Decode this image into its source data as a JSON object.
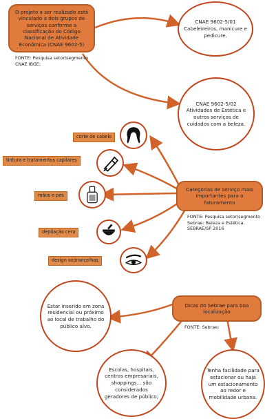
{
  "top_box": {
    "text": "O projeto a ser realizado está vinculado a dois grupos de serviços conforme a classificação do Código Nacional de Atividade Econômica (CNAE 9602-5)"
  },
  "top_source": {
    "text": "FONTE: Pesquisa setor/segmento CNAE IBGE;"
  },
  "cnae_1": {
    "text": "CNAE 9602-5/01 Cabeleireiros, manicure e pedicure."
  },
  "cnae_2": {
    "text": "CNAE 9602-5/02 Atividades de Estética e outros serviços de cuidados com a beleza."
  },
  "categories_box": {
    "text": "Categorias de serviço mais importantes para o faturamento"
  },
  "categories_source": {
    "text": "FONTE: Pesquisa setor/segmento Sebrae: Beleza e Estética. SEBRAE/SP 2016"
  },
  "services": [
    {
      "label": "corte de cabelo",
      "icon": "hair-icon"
    },
    {
      "label": "tintura e tratamentos capilares",
      "icon": "hair-dye-icon"
    },
    {
      "label": "mãos e pés",
      "icon": "nail-polish-icon"
    },
    {
      "label": "depilação cera",
      "icon": "wax-bowl-icon"
    },
    {
      "label": "design sobrancelhas",
      "icon": "eyebrow-icon"
    }
  ],
  "tips_box": {
    "text": "Dicas do Sebrae para boa localização"
  },
  "tips_source": {
    "text": "FONTE: Sebrae;"
  },
  "tips": [
    {
      "text": "Estar inserido em zona residencial ou próximo ao local de trabalho do público alvo."
    },
    {
      "text": "Escolas, hospitais, centros empresariais, shoppings... são considerados geradores de público;"
    },
    {
      "text": "Tenha facilidade para estacionar ou haja um estacionamento ao redor e mobilidade urbana."
    }
  ],
  "colors": {
    "box_fill": "#e07a3d",
    "circle_stroke": "#c0461d",
    "arrow": "#d0622a"
  }
}
